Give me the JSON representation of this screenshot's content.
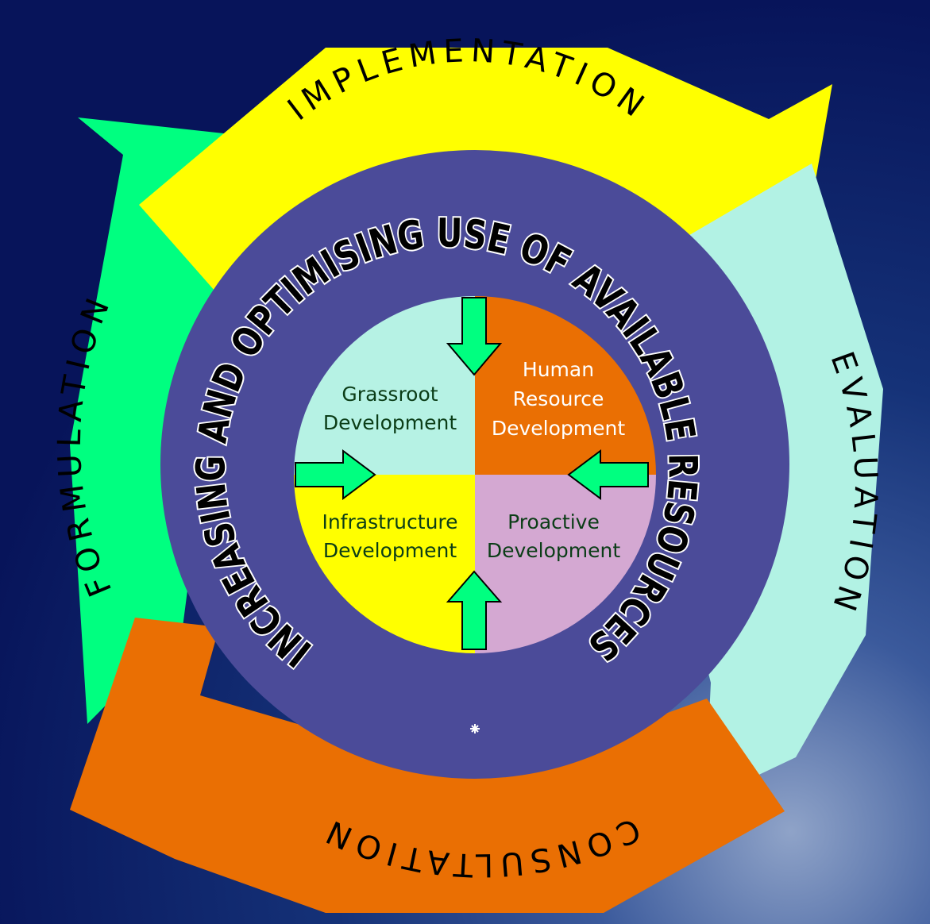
{
  "cycle": {
    "implementation": "IMPLEMENTATION",
    "evaluation": "EVALUATION",
    "consultation": "CONSULTATION",
    "formulation": "FORMULATION"
  },
  "ring_text": "INCREASING AND OPTIMISING USE OF AVAILABLE RESOURCES",
  "quadrants": {
    "top_left": {
      "line1": "Grassroot",
      "line2": "Development"
    },
    "top_right": {
      "line1": "Human",
      "line2": "Resource",
      "line3": "Development"
    },
    "bottom_left": {
      "line1": "Infrastructure",
      "line2": "Development"
    },
    "bottom_right": {
      "line1": "Proactive",
      "line2": "Development"
    }
  },
  "colors": {
    "implementation": "#ffff00",
    "evaluation": "#b2f2e4",
    "consultation": "#ea6f03",
    "formulation": "#00ff80",
    "ring": "#4b4b99",
    "quad_top_left": "#b6f2e4",
    "quad_top_right": "#ea6f03",
    "quad_bottom_left": "#ffff00",
    "quad_bottom_right": "#d4a8d2",
    "inner_arrow": "#00ff80"
  }
}
